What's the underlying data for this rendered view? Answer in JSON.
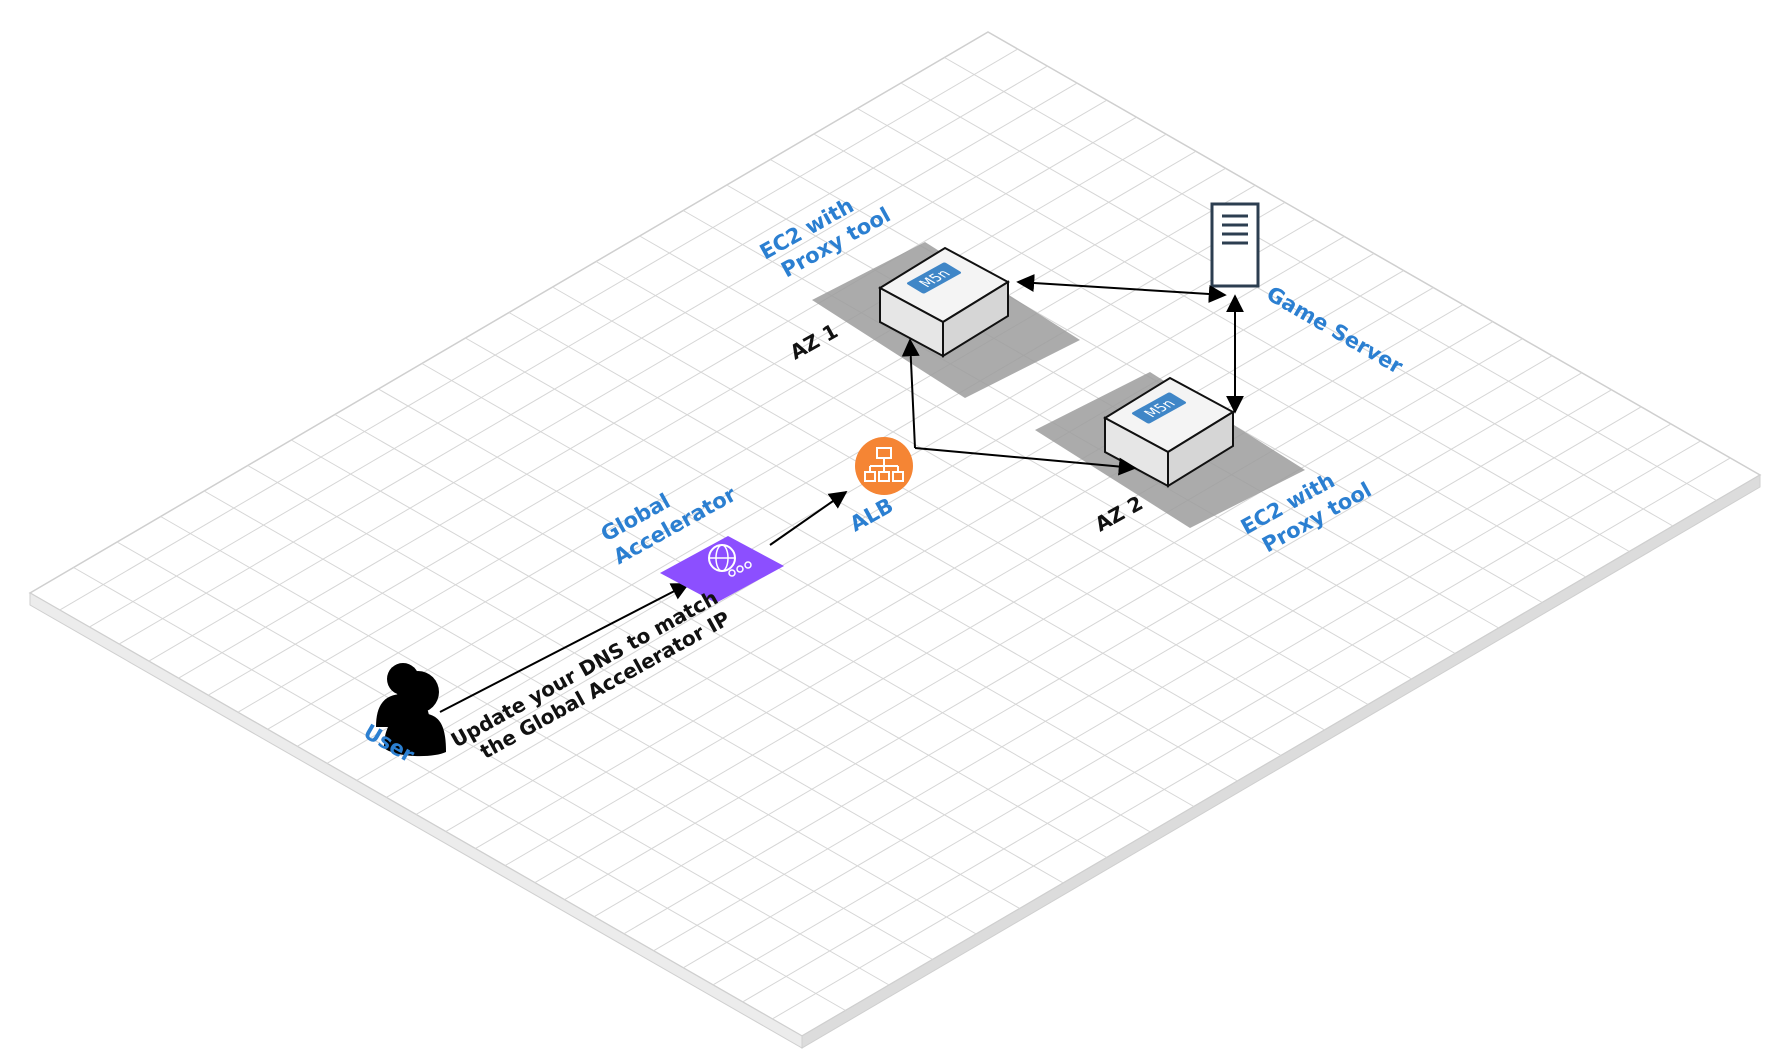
{
  "colors": {
    "label_blue": "#2b7fd1",
    "label_dark": "#111111",
    "grid_line": "#d6d6d6",
    "az_shadow": "#9c9c9c",
    "ec2_face": "#f2f2f2",
    "m5n_badge": "#3f86c7",
    "alb_orange": "#f58534",
    "accelerator_purple": "#8c4fff",
    "server_dark": "#2c3e50"
  },
  "labels": {
    "user": "User",
    "dns_line1": "Update your DNS to match",
    "dns_line2": "the Global Accelerator IP",
    "ga_line1": "Global",
    "ga_line2": "Accelerator",
    "alb": "ALB",
    "ec2_1_line1": "EC2 with",
    "ec2_1_line2": "Proxy tool",
    "ec2_2_line1": "EC2 with",
    "ec2_2_line2": "Proxy tool",
    "az1": "AZ 1",
    "az2": "AZ 2",
    "game_server": "Game Server",
    "m5n_1": "M5n",
    "m5n_2": "M5n"
  },
  "icons": {
    "user": "user-silhouette-icon",
    "accelerator": "globe-network-icon",
    "alb": "hierarchy-network-icon",
    "server": "server-rack-icon"
  }
}
